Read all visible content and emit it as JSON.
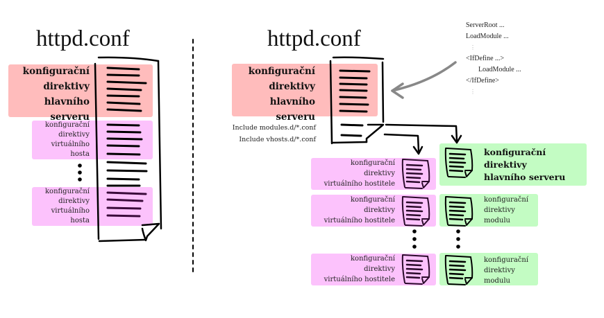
{
  "left_panel": {
    "title": "httpd.conf",
    "main_block": [
      "konfigurační",
      "direktivy",
      "hlavního",
      "serveru"
    ],
    "vhost_blocks": [
      [
        "konfigurační",
        "direktivy",
        "virtuálního",
        "hosta"
      ],
      [
        "konfigurační",
        "direktivy",
        "virtuálního",
        "hosta"
      ]
    ],
    "ellipsis": "⋮"
  },
  "right_panel": {
    "title": "httpd.conf",
    "main_block": [
      "konfigurační",
      "direktivy",
      "hlavního",
      "serveru"
    ],
    "includes": [
      "Include modules.d/*.conf",
      "Include vhosts.d/*.conf"
    ],
    "code_sample": [
      "ServerRoot ...",
      "LoadModule ...",
      "⋮",
      "<IfDefine ...>",
      "LoadModule ...",
      "</IfDefine>",
      "⋮"
    ],
    "vhost_files": [
      [
        "konfigurační",
        "direktivy",
        "virtuálního hostitele"
      ],
      [
        "konfigurační",
        "direktivy",
        "virtuálního hostitele"
      ],
      [
        "konfigurační",
        "direktivy",
        "virtuálního hostitele"
      ]
    ],
    "main_server_file": [
      "konfigurační",
      "direktivy",
      "hlavního serveru"
    ],
    "module_files": [
      [
        "konfigurační",
        "direktivy",
        "modulu"
      ],
      [
        "konfigurační",
        "direktivy",
        "modulu"
      ]
    ]
  },
  "colors": {
    "main_server": "#ffbcbc",
    "virtual_host": "#fcc2fc",
    "module": "#c3fcc3"
  }
}
